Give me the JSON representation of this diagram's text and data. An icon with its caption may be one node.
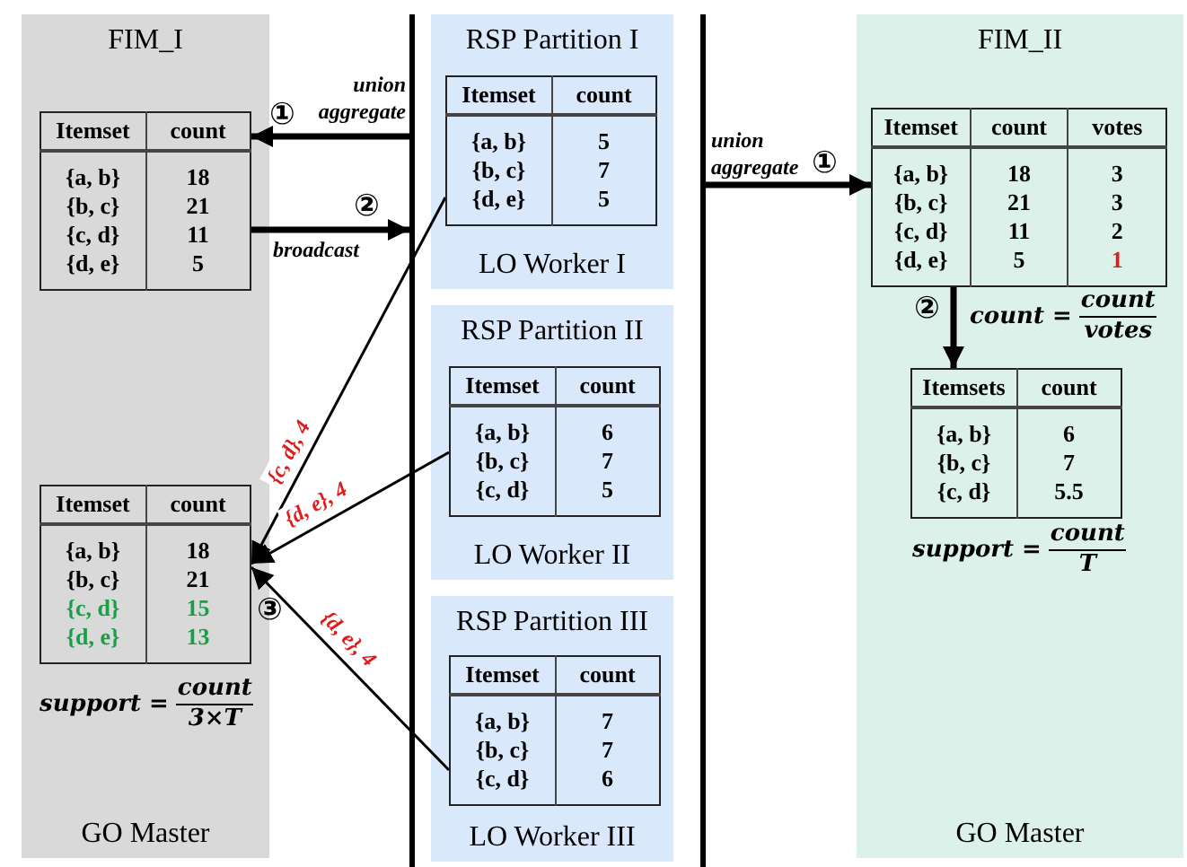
{
  "diagram": {
    "nodes": [
      {
        "text": [
          "FIM_I",
          "GO Master"
        ]
      },
      {
        "text": [
          "Itemset",
          "count",
          "{a, b}",
          "18",
          "{b, c}",
          "21",
          "{c, d}",
          "11",
          "{d, e}",
          "5"
        ],
        "in": 0
      },
      {
        "text": [
          "Itemset",
          "count",
          "{a, b}",
          "18",
          "{b, c}",
          "21",
          "{c, d}",
          "15",
          "{d, e}",
          "13"
        ],
        "in": 0
      },
      {
        "text": [
          "RSP Partition I",
          "LO Worker I"
        ]
      },
      {
        "text": [
          "Itemset",
          "count",
          "{a, b}",
          "5",
          "{b, c}",
          "7",
          "{d, e}",
          "5"
        ],
        "in": 3
      },
      {
        "text": [
          "RSP Partition II",
          "LO Worker II"
        ]
      },
      {
        "text": [
          "Itemset",
          "count",
          "{a, b}",
          "6",
          "{b, c}",
          "7",
          "{c, d}",
          "5"
        ],
        "in": 5
      },
      {
        "text": [
          "RSP Partition III",
          "LO Worker III"
        ]
      },
      {
        "text": [
          "Itemset",
          "count",
          "{a, b}",
          "7",
          "{b, c}",
          "7",
          "{c, d}",
          "6"
        ],
        "in": 7
      },
      {
        "text": [
          "FIM_II",
          "GO Master"
        ]
      },
      {
        "text": [
          "Itemset",
          "count",
          "votes",
          "{a, b}",
          "18",
          "3",
          "{b, c}",
          "21",
          "3",
          "{c, d}",
          "11",
          "2",
          "{d, e}",
          "5",
          "1"
        ],
        "in": 9
      },
      {
        "text": [
          "Itemsets",
          "count",
          "{a, b}",
          "6",
          "{b, c}",
          "7",
          "{c, d}",
          "5.5"
        ],
        "in": 9
      },
      {
        "text": [],
        "shape": "bar"
      },
      {
        "text": [],
        "shape": "bar"
      }
    ],
    "edges": [
      {
        "from": 12,
        "to": 1,
        "arrow": "to",
        "label": "union aggregate"
      },
      {
        "from": 1,
        "to": 12,
        "arrow": "to",
        "label": "broadcast"
      },
      {
        "from": 4,
        "to": 2,
        "arrow": "to",
        "label": "{c, d}, 4"
      },
      {
        "from": 6,
        "to": 2,
        "arrow": "to",
        "label": "{d, e}, 4"
      },
      {
        "from": 8,
        "to": 2,
        "arrow": "to",
        "label": "{d, e}, 4"
      },
      {
        "from": 13,
        "to": 10,
        "arrow": "to",
        "label": "union aggregate"
      },
      {
        "from": 10,
        "to": 11,
        "arrow": "to"
      }
    ],
    "labels": [
      "①",
      "②",
      "③",
      "support =",
      "count",
      "3×T",
      "①",
      "②",
      "count =",
      "count",
      "votes",
      "support =",
      "count",
      "T"
    ]
  }
}
